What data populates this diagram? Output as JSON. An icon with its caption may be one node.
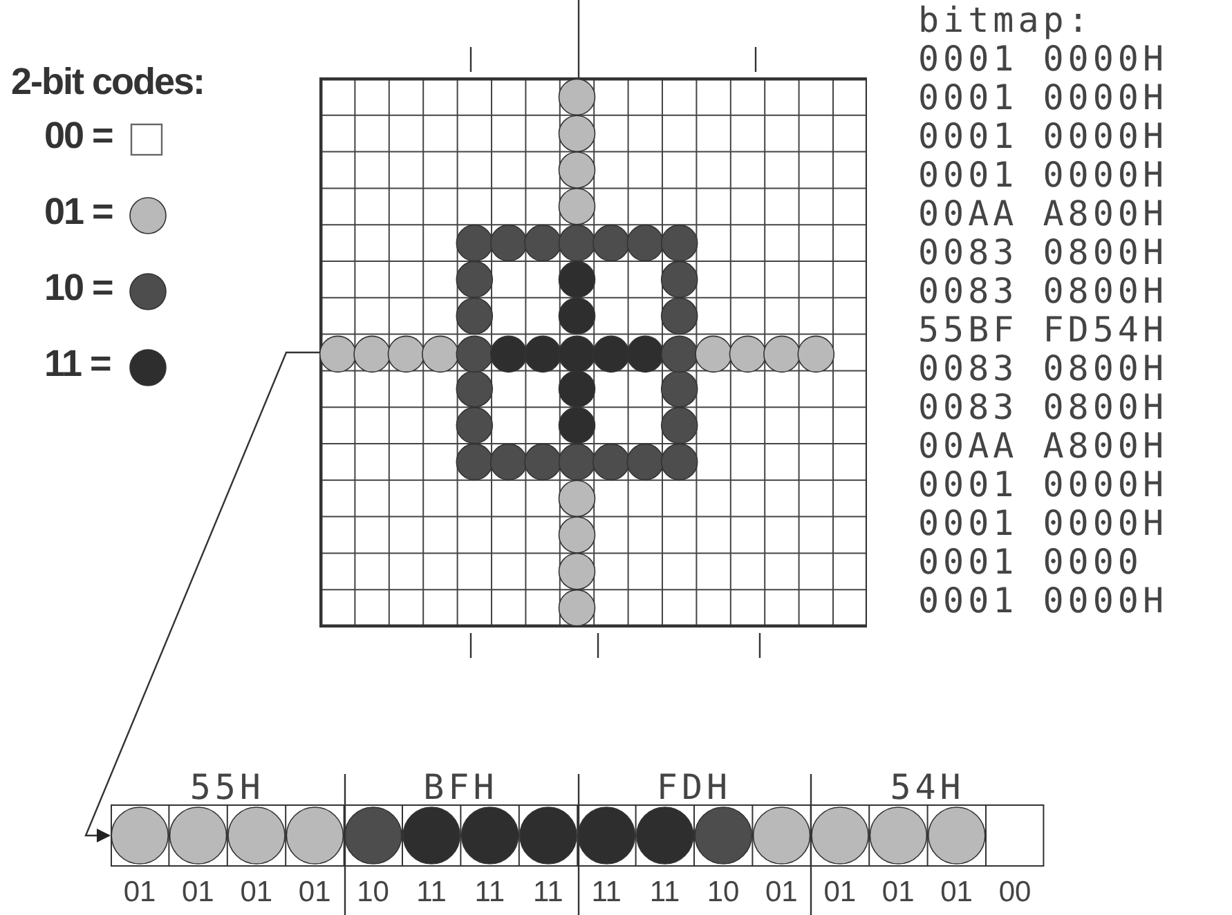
{
  "diagram": {
    "nodes": [
      {
        "text": [],
        "shape": "bar"
      },
      {
        "text": [],
        "shape": "bar",
        "beside": [
          "55H",
          "BFH",
          "FDH",
          "54H",
          "01",
          "01",
          "01",
          "01",
          "10",
          "11",
          "11",
          "11",
          "11",
          "11",
          "10",
          "01",
          "01",
          "01",
          "01",
          "00"
        ]
      }
    ],
    "edges": [
      {
        "from": 0,
        "to": 1,
        "arrow": "to"
      }
    ],
    "labels": [
      "2-bit codes:",
      "bitmap:",
      "0001 0000H",
      "0001 0000H",
      "0001 0000H",
      "0001 0000H",
      "00AA A800H",
      "0083 0800H",
      "0083 0800H",
      "55BF FD54H",
      "0083 0800H",
      "0083 0800H",
      "00AA A800H",
      "0001 0000H",
      "0001 0000H",
      "0001 0000",
      "0001 0000H"
    ],
    "legend": [
      {
        "text": "00 ="
      },
      {
        "text": "01 =",
        "color": "#b9b9b9"
      },
      {
        "text": "10 =",
        "color": "#4d4d4d"
      },
      {
        "text": "11 =",
        "color": "#2e2e2e"
      }
    ]
  }
}
